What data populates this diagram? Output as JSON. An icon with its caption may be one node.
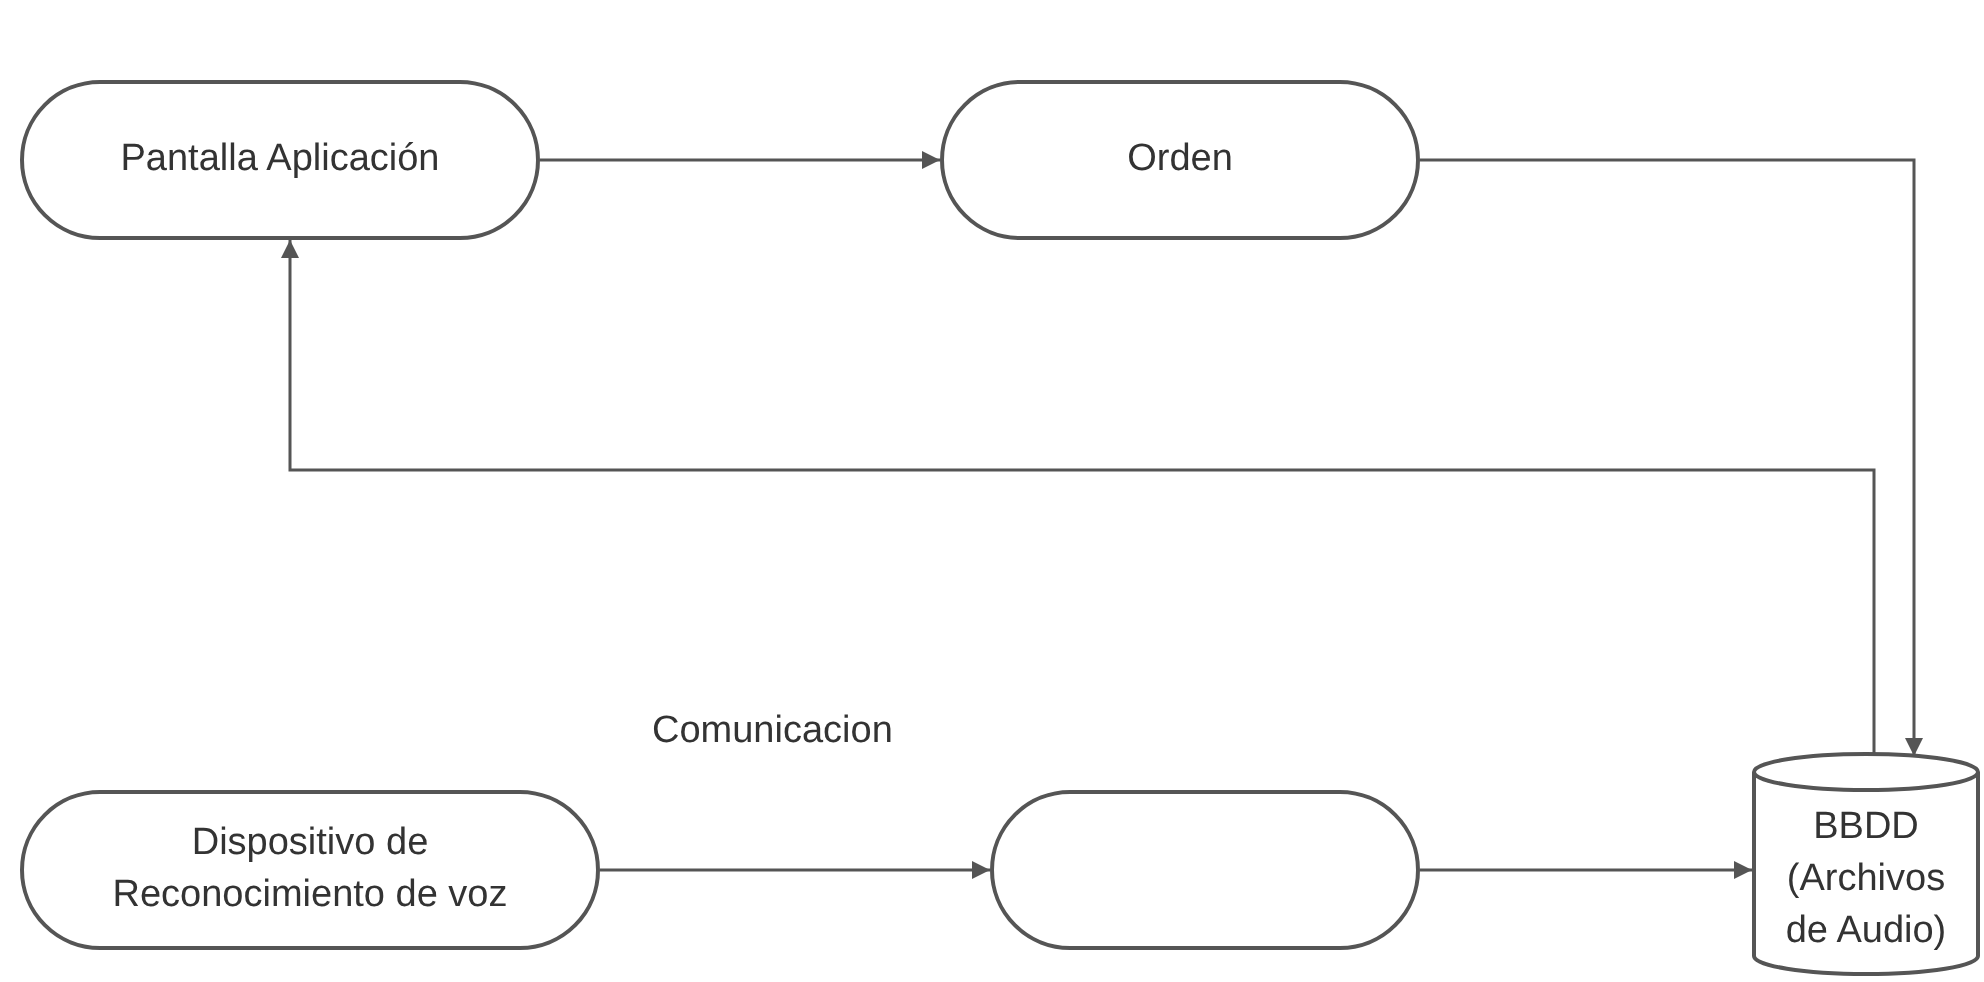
{
  "diagram": {
    "nodes": [
      {
        "text": [
          "Pantalla Aplicación"
        ]
      },
      {
        "text": [
          "Orden"
        ]
      },
      {
        "text": [
          "Dispositivo de Reconocimiento de voz"
        ]
      },
      {
        "text": [],
        "shape": "box"
      },
      {
        "text": [
          "BBDD (Archivos de Audio)"
        ]
      }
    ],
    "edges": [
      {
        "from": 0,
        "to": 1,
        "arrow": "to"
      },
      {
        "from": 1,
        "to": 4,
        "arrow": "to"
      },
      {
        "from": 4,
        "to": 0,
        "arrow": "to"
      },
      {
        "from": 2,
        "to": 3,
        "arrow": "to"
      },
      {
        "from": 3,
        "to": 4,
        "arrow": "to"
      }
    ],
    "labels": [
      "Comunicacion"
    ]
  }
}
